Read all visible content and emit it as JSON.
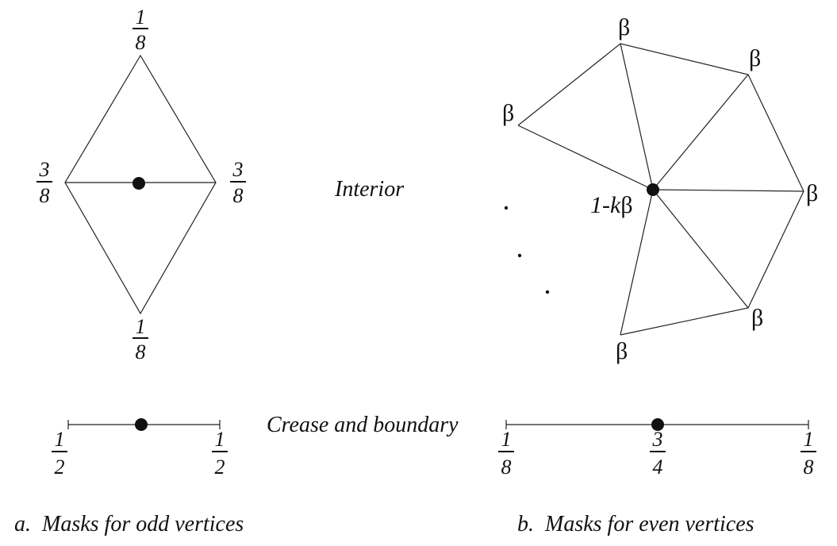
{
  "odd_interior": {
    "top": {
      "num": "1",
      "den": "8"
    },
    "left": {
      "num": "3",
      "den": "8"
    },
    "right": {
      "num": "3",
      "den": "8"
    },
    "bottom": {
      "num": "1",
      "den": "8"
    }
  },
  "interior_label": "Interior",
  "even_interior": {
    "neighbor_weight": "β",
    "center_prefix": "1-",
    "center_k": "k",
    "center_beta": "β"
  },
  "crease_label": "Crease and boundary",
  "odd_crease": {
    "left": {
      "num": "1",
      "den": "2"
    },
    "right": {
      "num": "1",
      "den": "2"
    }
  },
  "even_crease": {
    "left": {
      "num": "1",
      "den": "8"
    },
    "center": {
      "num": "3",
      "den": "4"
    },
    "right": {
      "num": "1",
      "den": "8"
    }
  },
  "caption_a": "a.  Masks for odd vertices",
  "caption_b": "b.  Masks for even vertices"
}
